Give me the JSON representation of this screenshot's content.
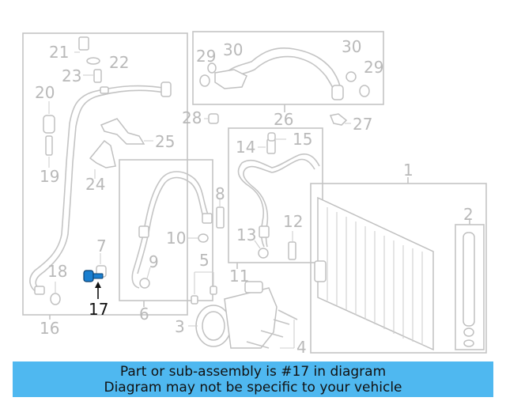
{
  "diagram": {
    "callouts": [
      "1",
      "2",
      "3",
      "4",
      "5",
      "6",
      "7",
      "8",
      "9",
      "10",
      "11",
      "12",
      "13",
      "14",
      "15",
      "16",
      "17",
      "18",
      "19",
      "20",
      "21",
      "22",
      "23",
      "24",
      "25",
      "26",
      "27",
      "28",
      "29",
      "30",
      "29",
      "30"
    ],
    "highlighted_part": "17"
  },
  "banner": {
    "line1": "Part or sub-assembly is #17 in diagram",
    "line2": "Diagram may not be specific to your vehicle"
  },
  "colors": {
    "banner_bg": "#4fb8f0",
    "linework": "#c4c4c4",
    "highlight_part": "#1a7fd0",
    "highlight_label": "#111111"
  }
}
